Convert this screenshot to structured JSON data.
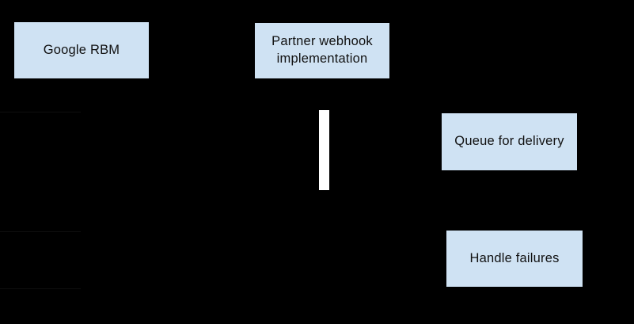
{
  "diagram": {
    "nodes": {
      "google_rbm": {
        "label": "Google RBM"
      },
      "partner_webhook": {
        "label": "Partner webhook implementation"
      },
      "queue_for_delivery": {
        "label": "Queue for delivery"
      },
      "handle_failures": {
        "label": "Handle failures"
      }
    },
    "colors": {
      "background": "#000000",
      "node_fill": "#cfe2f3",
      "node_text": "#111111",
      "activation_bar": "#ffffff"
    }
  }
}
